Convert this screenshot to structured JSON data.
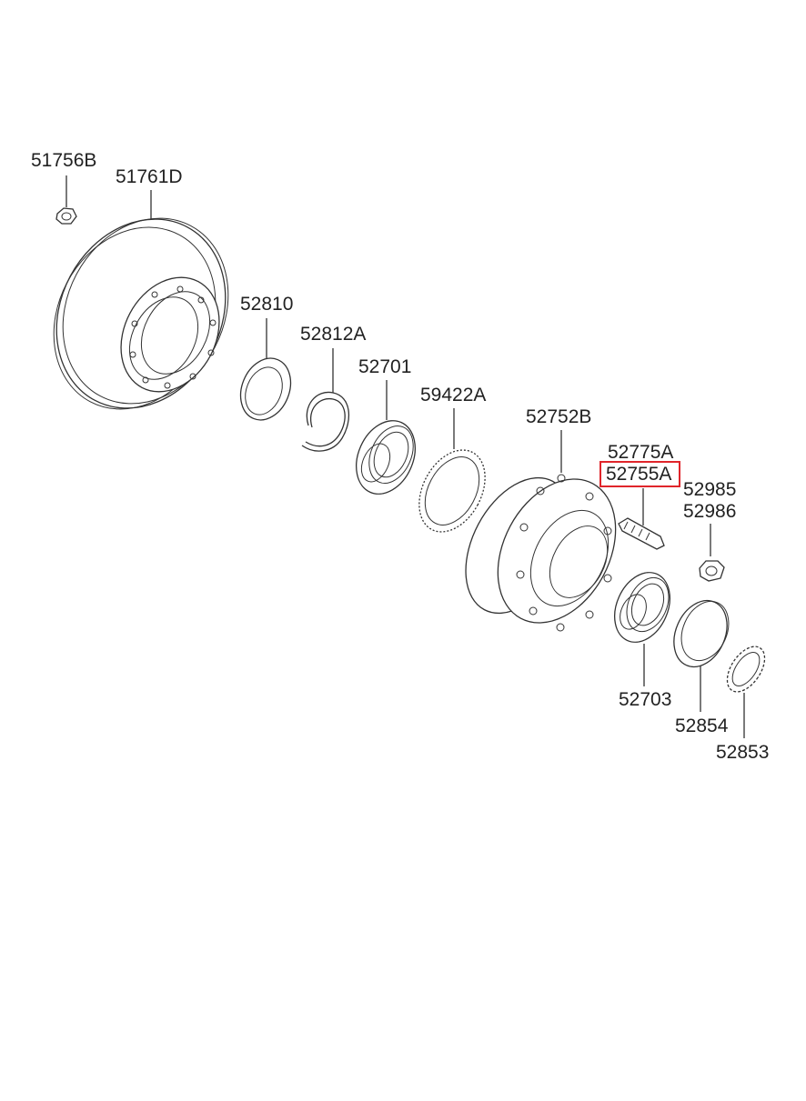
{
  "colors": {
    "line": "#333333",
    "highlight": "#e0252b",
    "background": "#ffffff"
  },
  "parts": {
    "p51756B": "51756B",
    "p51761D": "51761D",
    "p52810": "52810",
    "p52812A": "52812A",
    "p52701": "52701",
    "p59422A": "59422A",
    "p52752B": "52752B",
    "p52775A": "52775A",
    "p52755A": "52755A",
    "p52985": "52985",
    "p52986": "52986",
    "p52703": "52703",
    "p52854": "52854",
    "p52853": "52853"
  },
  "highlighted_part": "52755A"
}
